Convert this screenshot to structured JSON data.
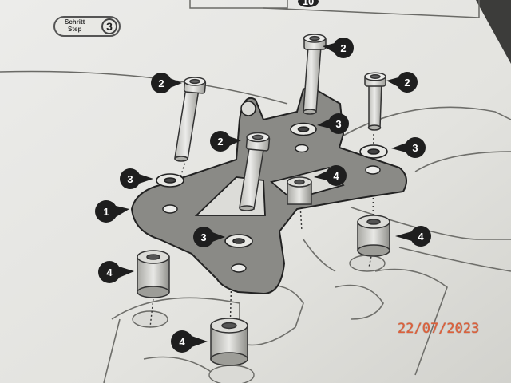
{
  "step_badge": {
    "line1": "Schritt",
    "line2": "Step",
    "number": "3"
  },
  "top_label": "10",
  "callouts": [
    {
      "label": "1"
    },
    {
      "label": "2"
    },
    {
      "label": "2"
    },
    {
      "label": "2"
    },
    {
      "label": "2"
    },
    {
      "label": "3"
    },
    {
      "label": "3"
    },
    {
      "label": "3"
    },
    {
      "label": "3"
    },
    {
      "label": "4"
    },
    {
      "label": "4"
    },
    {
      "label": "4"
    },
    {
      "label": "4"
    }
  ],
  "date_stamp": "22/07/2023",
  "colors": {
    "paper": "#e6e6e2",
    "plate": "#8a8a86",
    "date": "#e0603a",
    "callout": "#1e1e1e"
  }
}
